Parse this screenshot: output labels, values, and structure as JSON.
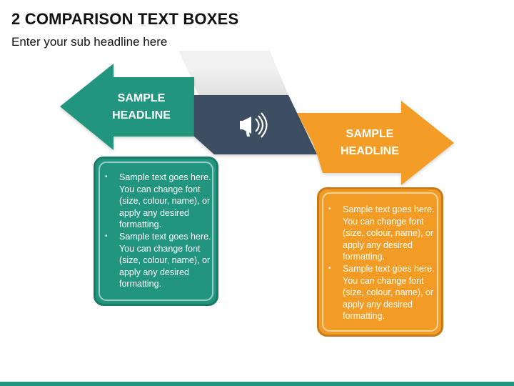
{
  "header": {
    "title": "2 COMPARISON TEXT BOXES",
    "subtitle": "Enter your sub headline here"
  },
  "center_icon": "megaphone-icon",
  "left": {
    "headline_line1": "SAMPLE",
    "headline_line2": "HEADLINE",
    "bullets": [
      "Sample text goes here. You can change font (size, colour, name), or apply any desired formatting.",
      "Sample text goes here. You can change font (size, colour, name), or apply any desired formatting."
    ]
  },
  "right": {
    "headline_line1": "SAMPLE",
    "headline_line2": "HEADLINE",
    "bullets": [
      "Sample text goes here. You can change font (size, colour, name), or apply any desired formatting.",
      "Sample text goes here. You can change font (size, colour, name), or apply any desired formatting."
    ]
  },
  "colors": {
    "teal": "#22957f",
    "teal_border": "#1a7a68",
    "orange": "#f39c25",
    "orange_border": "#c97a17",
    "slate": "#3c4d62",
    "bottom_bar": "#22957f"
  }
}
